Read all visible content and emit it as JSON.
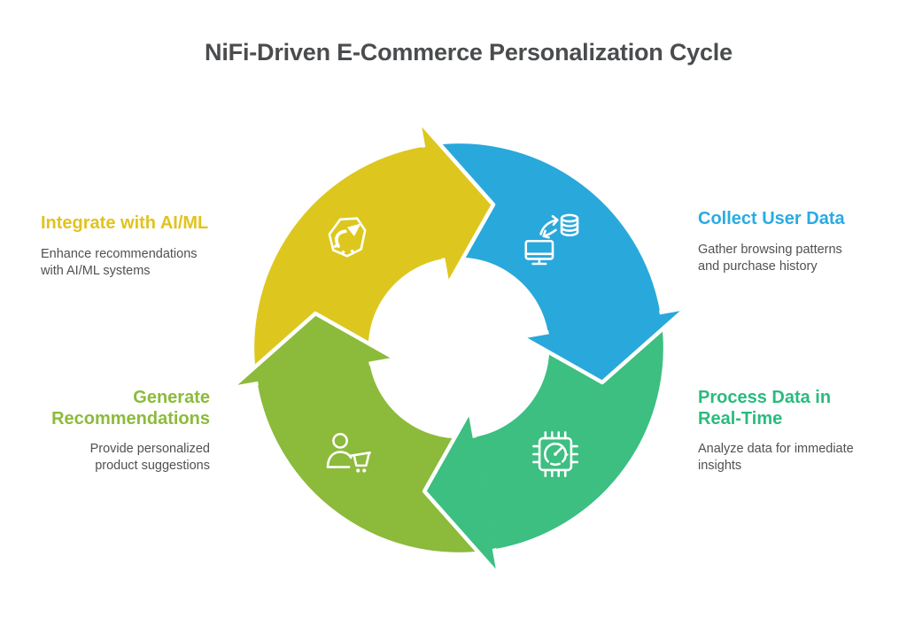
{
  "title": {
    "text": "NiFi-Driven E-Commerce Personalization Cycle",
    "color": "#4a4c4e"
  },
  "cycle": {
    "segments": [
      {
        "id": "collect-user-data",
        "heading": [
          "Collect User Data"
        ],
        "description": [
          "Gather browsing patterns",
          "and purchase history"
        ],
        "color": "#29a8db",
        "heading_color": "#2aabe2",
        "icon": "monitor-database-sync-icon"
      },
      {
        "id": "process-data-in-real-time",
        "heading": [
          "Process Data in",
          "Real-Time"
        ],
        "description": [
          "Analyze data for immediate",
          "insights"
        ],
        "color": "#3cbf81",
        "heading_color": "#2abb7e",
        "icon": "chip-gauge-icon"
      },
      {
        "id": "generate-recommendations",
        "heading": [
          "Generate",
          "Recommendations"
        ],
        "description": [
          "Provide personalized",
          "product suggestions"
        ],
        "color": "#8cba3b",
        "heading_color": "#8cbb3c",
        "icon": "user-cart-icon"
      },
      {
        "id": "integrate-with-ai-ml",
        "heading": [
          "Integrate with AI/ML"
        ],
        "description": [
          "Enhance recommendations",
          "with AI/ML systems"
        ],
        "color": "#ddc71e",
        "heading_color": "#e3c31c",
        "icon": "map-arrow-icon"
      }
    ]
  }
}
